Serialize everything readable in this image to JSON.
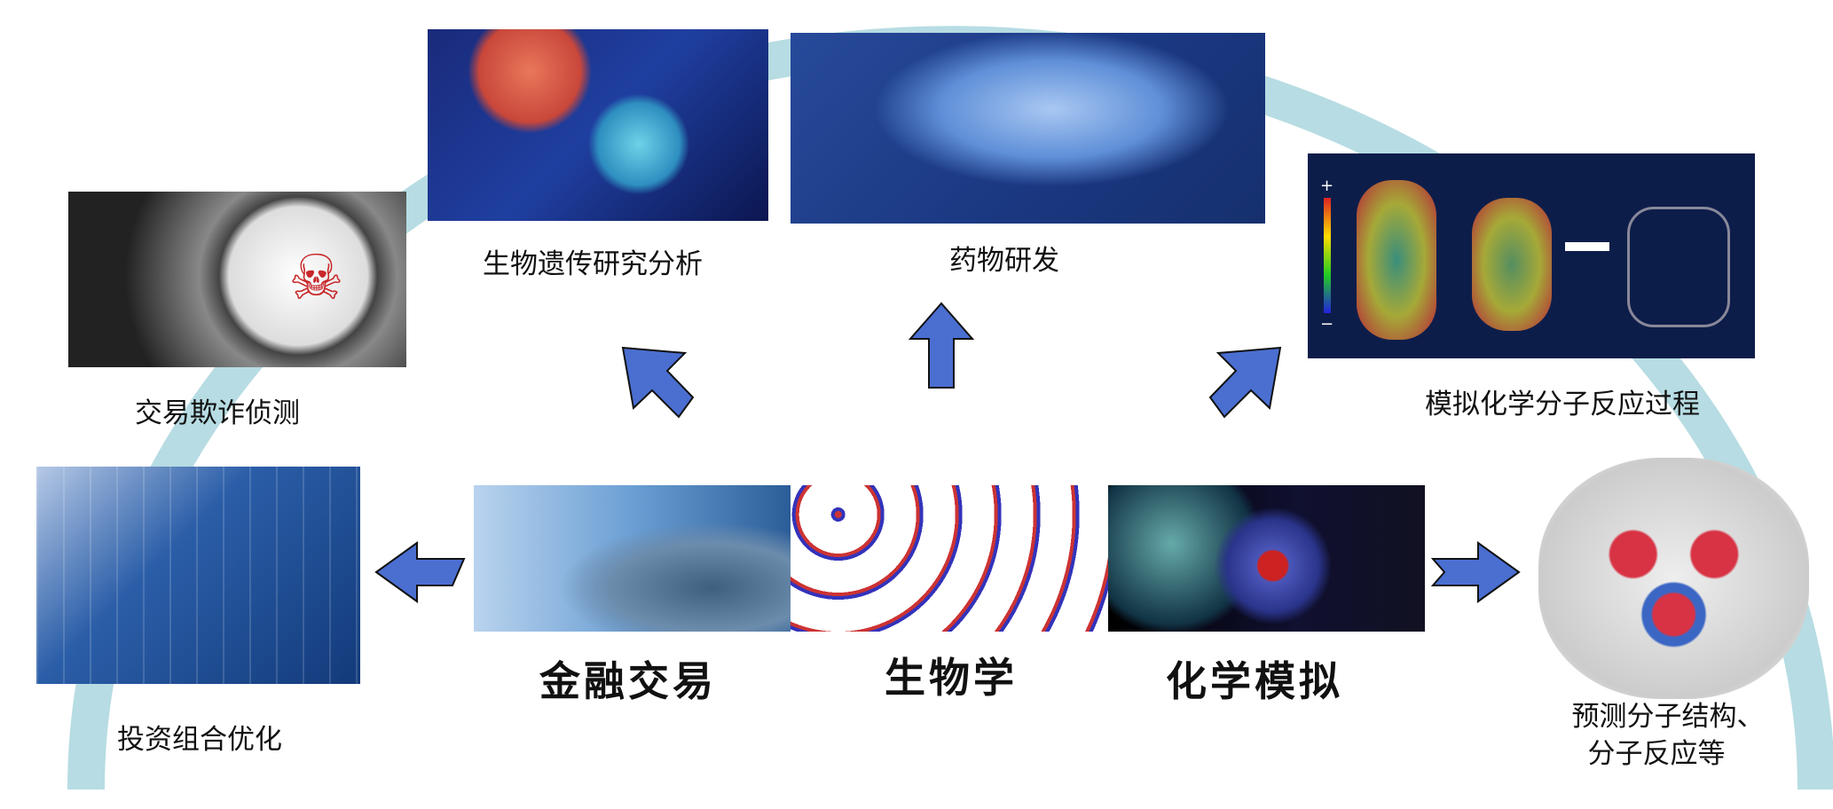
{
  "colors": {
    "ring": "#b7dce3",
    "arrow": "#4a6fd1",
    "arrow_stroke": "#111111"
  },
  "center": {
    "finance": "金融交易",
    "biology": "生物学",
    "chemistry": "化学模拟"
  },
  "applications": {
    "fraud": "交易欺诈侦测",
    "genetics": "生物遗传研究分析",
    "drug": "药物研发",
    "reaction": "模拟化学分子反应过程",
    "portfolio": "投资组合优化",
    "structure_line1": "预测分子结构、",
    "structure_line2": "分子反应等"
  },
  "reaction_image": {
    "plus": "+",
    "minus": "−"
  }
}
